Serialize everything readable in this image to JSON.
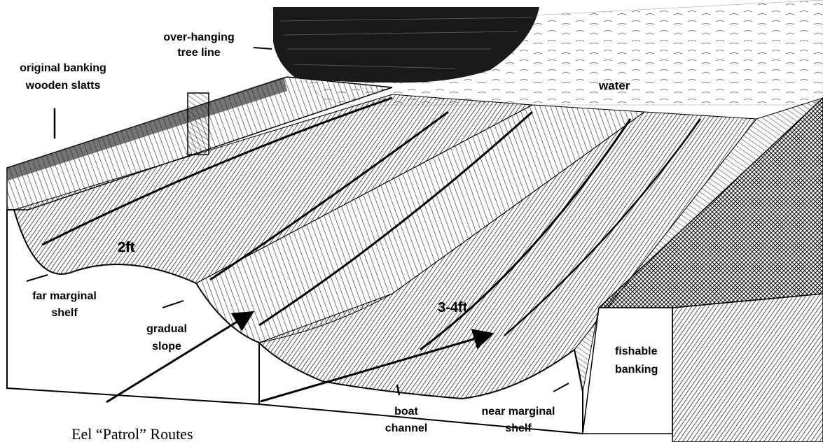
{
  "labels": {
    "tree_line": [
      "over-hanging",
      "tree line"
    ],
    "banking": [
      "original banking",
      "wooden slatts"
    ],
    "water": "water",
    "depth_shallow": "2ft",
    "far_shelf": [
      "far marginal",
      "shelf"
    ],
    "gradual_slope": [
      "gradual",
      "slope"
    ],
    "depth_deep": "3-4ft",
    "fishable_banking": [
      "fishable",
      "banking"
    ],
    "boat_channel": [
      "boat",
      "channel"
    ],
    "near_shelf": [
      "near marginal",
      "shelf"
    ],
    "patrol_routes": "Eel “Patrol” Routes"
  },
  "colors": {
    "ink": "#000000",
    "paper": "#ffffff",
    "dark_fill": "#1a1a1a",
    "mid_fill": "#6e6e6e"
  }
}
